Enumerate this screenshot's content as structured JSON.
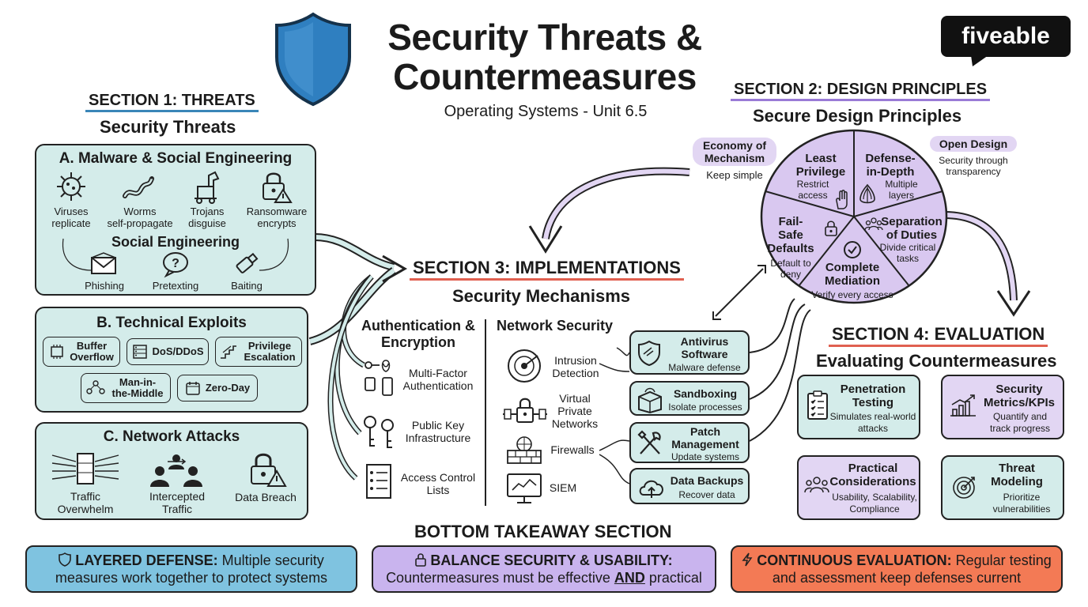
{
  "header": {
    "title_line1": "Security Threats &",
    "title_line2": "Countermeasures",
    "subtitle": "Operating Systems - Unit 6.5",
    "logo": "fiveable"
  },
  "section1": {
    "heading": "SECTION 1: THREATS",
    "subheading": "Security Threats",
    "panel_a": {
      "title": "A. Malware & Social Engineering",
      "items": [
        {
          "name": "Viruses",
          "desc": "replicate"
        },
        {
          "name": "Worms",
          "desc": "self-propagate"
        },
        {
          "name": "Trojans",
          "desc": "disguise"
        },
        {
          "name": "Ransomware",
          "desc": "encrypts"
        }
      ],
      "social_title": "Social Engineering",
      "social_items": [
        "Phishing",
        "Pretexting",
        "Baiting"
      ]
    },
    "panel_b": {
      "title": "B. Technical Exploits",
      "items": [
        "Buffer Overflow",
        "DoS/DDoS",
        "Privilege Escalation",
        "Man-in-the-Middle",
        "Zero-Day"
      ]
    },
    "panel_c": {
      "title": "C. Network Attacks",
      "items": [
        "Traffic Overwhelm",
        "Intercepted Traffic",
        "Data Breach"
      ]
    }
  },
  "section2": {
    "heading": "SECTION 2: DESIGN PRINCIPLES",
    "subheading": "Secure Design Principles",
    "economy": {
      "title": "Economy of Mechanism",
      "desc": "Keep simple"
    },
    "open_design": {
      "title": "Open Design",
      "desc": "Security through transparency"
    },
    "wheel": [
      {
        "title": "Least Privilege",
        "desc": "Restrict access"
      },
      {
        "title": "Defense-in-Depth",
        "desc": "Multiple layers"
      },
      {
        "title": "Separation of Duties",
        "desc": "Divide critical tasks"
      },
      {
        "title": "Complete Mediation",
        "desc": "Verify every access"
      },
      {
        "title": "Fail-Safe Defaults",
        "desc": "Default to deny"
      }
    ]
  },
  "section3": {
    "heading": "SECTION 3: IMPLEMENTATIONS",
    "subheading": "Security Mechanisms",
    "auth_title": "Authentication & Encryption",
    "auth_items": [
      "Multi-Factor Authentication",
      "Public Key Infrastructure",
      "Access Control Lists"
    ],
    "net_title": "Network Security",
    "net_items": [
      "Intrusion Detection",
      "Virtual Private Networks",
      "Firewalls",
      "SIEM"
    ],
    "boxes": [
      {
        "title": "Antivirus Software",
        "desc": "Malware defense"
      },
      {
        "title": "Sandboxing",
        "desc": "Isolate processes"
      },
      {
        "title": "Patch Management",
        "desc": "Update systems"
      },
      {
        "title": "Data Backups",
        "desc": "Recover data"
      }
    ]
  },
  "section4": {
    "heading": "SECTION 4: EVALUATION",
    "subheading": "Evaluating Countermeasures",
    "cards": [
      {
        "title": "Penetration Testing",
        "desc": "Simulates real-world attacks"
      },
      {
        "title": "Security Metrics/KPIs",
        "desc": "Quantify and track progress"
      },
      {
        "title": "Practical Considerations",
        "desc": "Usability, Scalability, Compliance"
      },
      {
        "title": "Threat Modeling",
        "desc": "Prioritize vulnerabilities"
      }
    ]
  },
  "bottom": {
    "heading": "BOTTOM TAKEAWAY SECTION",
    "b1_bold": "LAYERED DEFENSE:",
    "b1_text": "Multiple security measures work together to protect systems",
    "b2_bold": "BALANCE SECURITY & USABILITY:",
    "b2_text_pre": "Countermeasures must be effective",
    "b2_and": "AND",
    "b2_text_post": "practical",
    "b3_bold": "CONTINUOUS EVALUATION:",
    "b3_text": "Regular testing and assessment keep defenses current"
  },
  "colors": {
    "teal": "#d4ecea",
    "lavender": "#e2d6f3",
    "wheel": "#d9c8f0",
    "banner_blue": "#7fc3e0",
    "banner_purple": "#c9b4ee",
    "banner_orange": "#f37a55",
    "shield": "#2f7fc0"
  }
}
